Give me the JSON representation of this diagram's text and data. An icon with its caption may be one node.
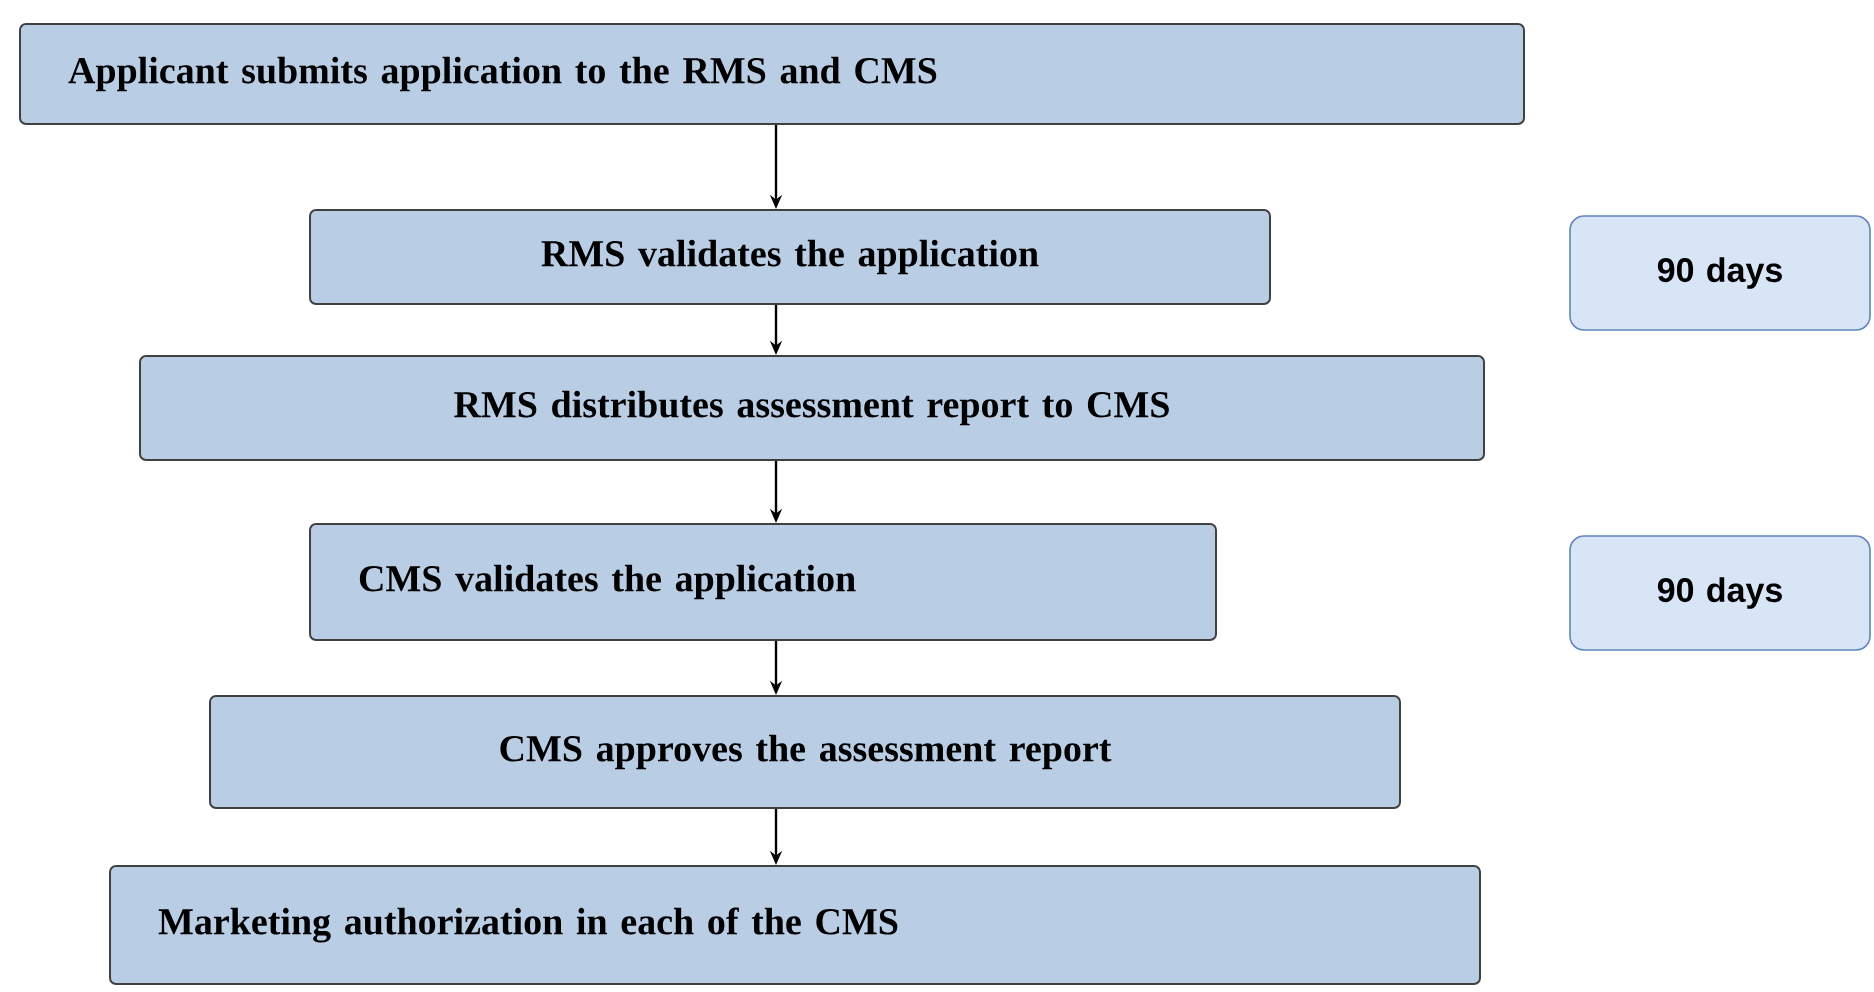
{
  "diagram": {
    "nodes": [
      {
        "text": [
          "Applicant submits application to the RMS and CMS"
        ]
      },
      {
        "text": [
          "RMS validates the application"
        ]
      },
      {
        "text": [
          "RMS distributes assessment report to CMS"
        ]
      },
      {
        "text": [
          "CMS validates the application"
        ]
      },
      {
        "text": [
          "CMS approves the assessment report"
        ]
      },
      {
        "text": [
          "Marketing authorization in each of the CMS"
        ]
      },
      {
        "text": [
          "90 days"
        ]
      },
      {
        "text": [
          "90 days"
        ]
      }
    ],
    "edges": [
      {
        "from": 0,
        "to": 1,
        "arrow": "to"
      },
      {
        "from": 1,
        "to": 2,
        "arrow": "to"
      },
      {
        "from": 2,
        "to": 3,
        "arrow": "to"
      },
      {
        "from": 3,
        "to": 4,
        "arrow": "to"
      },
      {
        "from": 4,
        "to": 5,
        "arrow": "to"
      }
    ]
  }
}
